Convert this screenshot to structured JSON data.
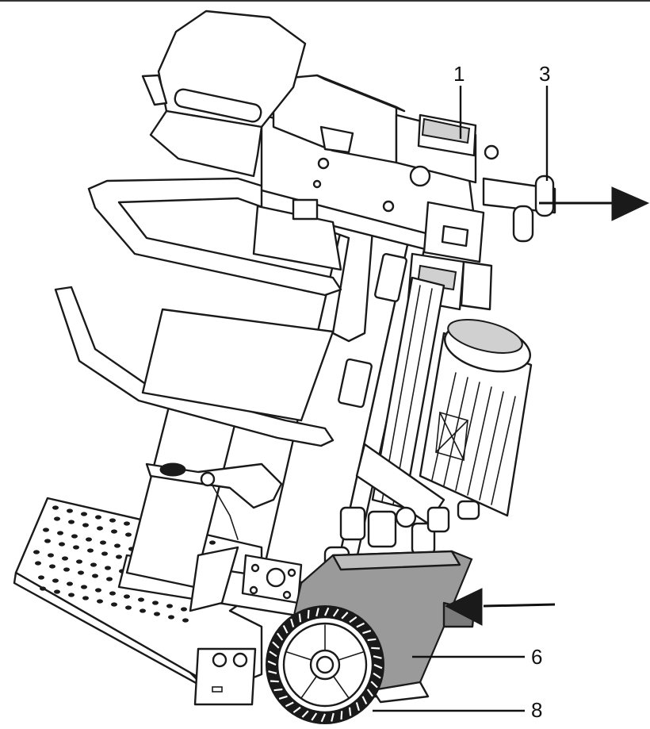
{
  "callouts": [
    {
      "id": "1",
      "label": "1"
    },
    {
      "id": "3",
      "label": "3"
    },
    {
      "id": "6",
      "label": "6"
    },
    {
      "id": "8",
      "label": "8"
    }
  ],
  "colors": {
    "line": "#1a1a1a",
    "housing": "#9a9a9a",
    "background": "#ffffff"
  }
}
